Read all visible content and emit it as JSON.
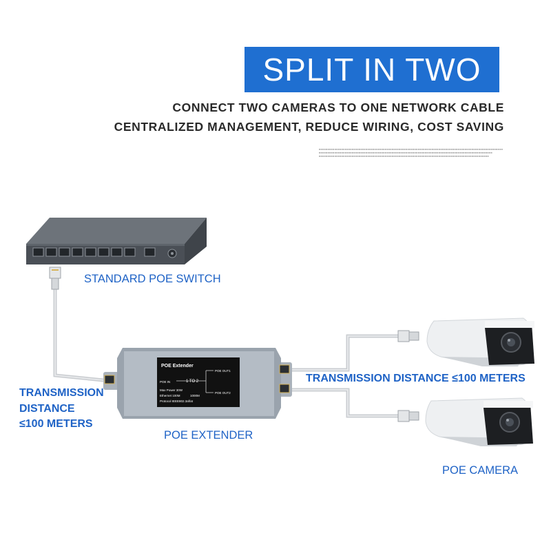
{
  "title": "SPLIT IN TWO",
  "subtitle_lines": [
    "CONNECT TWO CAMERAS TO ONE NETWORK CABLE",
    "CENTRALIZED MANAGEMENT, REDUCE WIRING, COST SAVING"
  ],
  "labels": {
    "switch": "STANDARD POE SWITCH",
    "extender": "POE EXTENDER",
    "camera": "POE CAMERA",
    "left_distance": [
      "TRANSMISSION",
      "DISTANCE",
      "≤100 METERS"
    ],
    "right_distance": "TRANSMISSION DISTANCE ≤100 METERS"
  },
  "extender_panel": {
    "name": "POE Extender",
    "poe_in": "POE IN",
    "ratio": "1 TO 2",
    "out1": "POE OUT1",
    "out2": "POE OUT2",
    "max_power": "Max Power 30W",
    "ethernet": "Ethernet 100M",
    "ethernet_alt": "1000M",
    "protocol": "Protocol IEEE802.3af/at"
  },
  "colors": {
    "banner": "#1f6fd1",
    "accent_text": "#1f63c6",
    "switch_body": "#4a4f56",
    "extender_body": "#9aa3ad",
    "camera_body": "#e9ecef"
  }
}
